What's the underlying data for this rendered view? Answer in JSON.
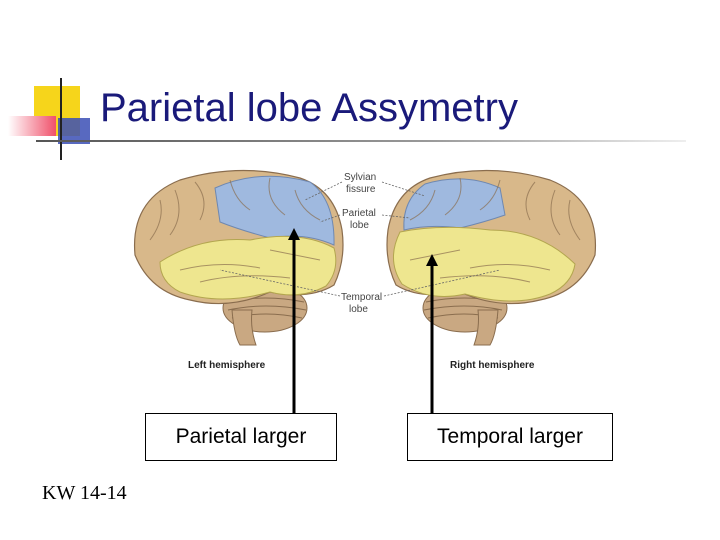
{
  "slide": {
    "title": "Parietal lobe Assymetry",
    "footer": "KW 14-14"
  },
  "figure": {
    "labels": {
      "sylvian_fissure_line1": "Sylvian",
      "sylvian_fissure_line2": "fissure",
      "parietal_lobe_line1": "Parietal",
      "parietal_lobe_line2": "lobe",
      "temporal_lobe_line1": "Temporal",
      "temporal_lobe_line2": "lobe",
      "left_hemisphere": "Left hemisphere",
      "right_hemisphere": "Right hemisphere"
    }
  },
  "callouts": {
    "left": "Parietal larger",
    "right": "Temporal larger"
  },
  "colors": {
    "title": "#1a1a7a",
    "parietal": "#9fb9df",
    "temporal": "#eee68f",
    "cortex": "#d8b88a",
    "cerebellum": "#c9a882",
    "accent_yellow": "#f6d51b",
    "accent_red": "#f0506a",
    "accent_blue": "#3b4fb5"
  }
}
